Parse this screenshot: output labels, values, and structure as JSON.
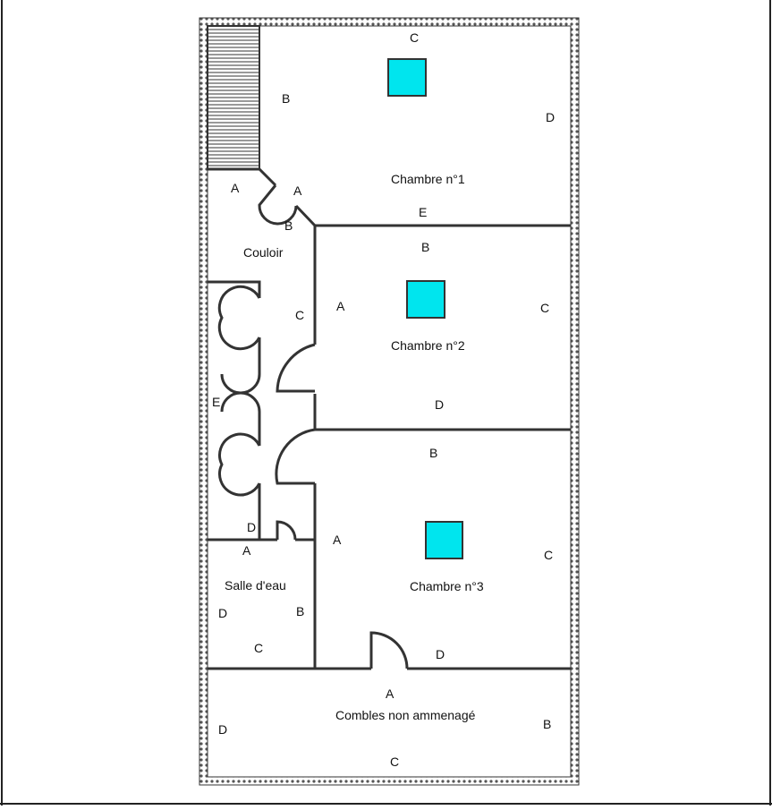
{
  "rooms": {
    "chambre1": {
      "name": "Chambre n°1",
      "labels": {
        "a1": "A",
        "a2": "A",
        "b1": "B",
        "b2": "B",
        "c": "C",
        "d": "D",
        "e": "E"
      }
    },
    "chambre2": {
      "name": "Chambre n°2",
      "labels": {
        "a": "A",
        "b": "B",
        "c": "C",
        "d": "D"
      }
    },
    "couloir": {
      "name": "Couloir",
      "labels": {
        "c": "C",
        "e": "E",
        "d": "D"
      }
    },
    "chambre3": {
      "name": "Chambre n°3",
      "labels": {
        "a": "A",
        "b": "B",
        "c": "C",
        "d": "D"
      }
    },
    "salle_eau": {
      "name": "Salle d'eau",
      "labels": {
        "a": "A",
        "b": "B",
        "c": "C",
        "d": "D"
      }
    },
    "combles": {
      "name": "Combles non ammenagé",
      "labels": {
        "a": "A",
        "b": "B",
        "c": "C",
        "d": "D"
      }
    }
  },
  "colors": {
    "window": "#00e5ee",
    "wall": "#333333",
    "outer_wall_fill": "#9a9a9a"
  }
}
